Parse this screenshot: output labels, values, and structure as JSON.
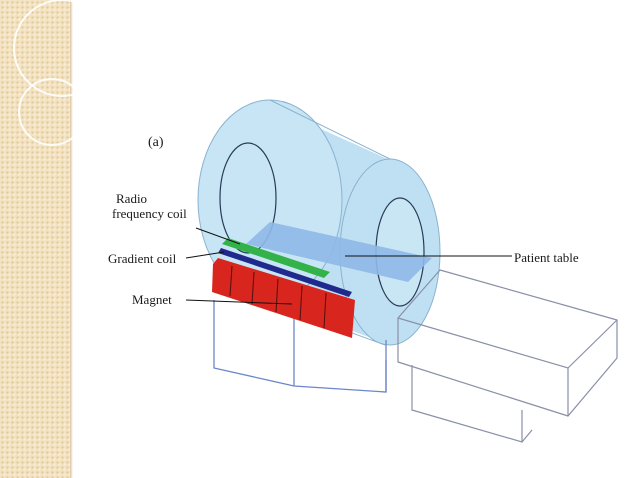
{
  "figure": {
    "panel_label": "(a)",
    "labels": {
      "radio_frequency_coil_line1": "Radio",
      "radio_frequency_coil_line2": "frequency coil",
      "gradient_coil": "Gradient coil",
      "magnet": "Magnet",
      "patient_table": "Patient table"
    },
    "colors": {
      "bore": "#bfe0f2",
      "bore_outline": "#2a3a55",
      "table_plate": "#8fb8e8",
      "rf_coil": "#33b24a",
      "gradient_coil": "#1f2a8c",
      "magnet": "#d8261e",
      "housing_outline": "#6b86c9",
      "strip_background": "#f3e2bf"
    }
  }
}
